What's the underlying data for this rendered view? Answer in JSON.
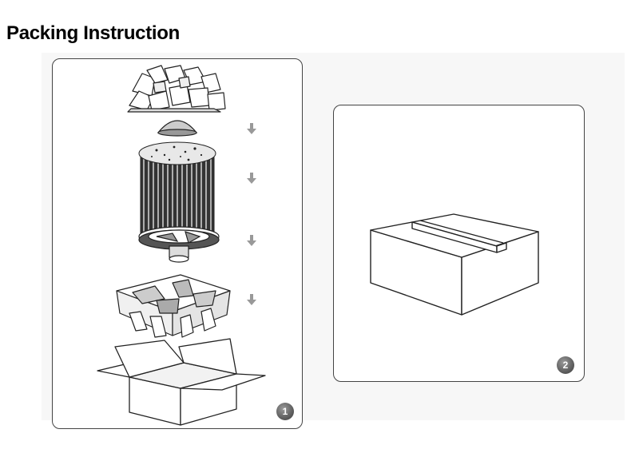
{
  "title": "Packing Instruction",
  "steps": [
    {
      "badge": "1"
    },
    {
      "badge": "2"
    }
  ],
  "icons": {
    "items": [
      "foam-chips-icon",
      "lens-dome-icon",
      "heatsink-icon",
      "reflector-icon",
      "packing-tray-icon",
      "open-box-icon",
      "closed-box-icon",
      "down-arrow-icon"
    ]
  }
}
